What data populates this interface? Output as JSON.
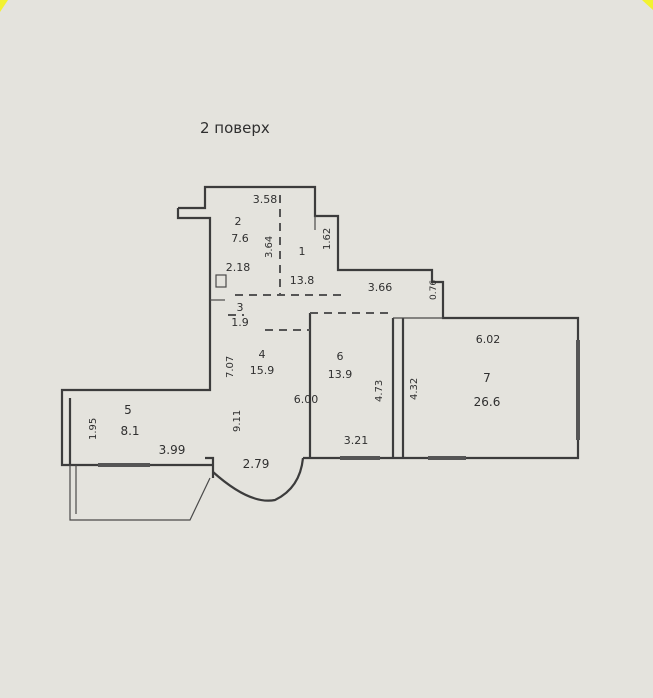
{
  "floor_title": "2 поверх",
  "rooms": [
    {
      "number": "1",
      "area": "13.8"
    },
    {
      "number": "2",
      "area": "7.6"
    },
    {
      "number": "3",
      "area": "1.9"
    },
    {
      "number": "4",
      "area": "15.9"
    },
    {
      "number": "5",
      "area": "8.1"
    },
    {
      "number": "6",
      "area": "13.9"
    },
    {
      "number": "7",
      "area": "26.6"
    }
  ],
  "dimensions": {
    "top_width": "3.58",
    "vertical_hall": "3.64",
    "small_right": "1.62",
    "dim_2_18": "2.18",
    "dim_3_66": "3.66",
    "dim_0_76": "0.76",
    "dim_7_07": "7.07",
    "dim_6_02": "6.02",
    "dim_6_00": "6.00",
    "dim_4_73": "4.73",
    "dim_4_32": "4.32",
    "dim_9_11": "9.11",
    "dim_1_95": "1.95",
    "dim_3_99": "3.99",
    "dim_2_79": "2.79",
    "dim_3_21": "3.21"
  },
  "colors": {
    "paper": "#e4e3dd",
    "ink": "#3c3c3c",
    "corner_mark": "#f2f230"
  }
}
